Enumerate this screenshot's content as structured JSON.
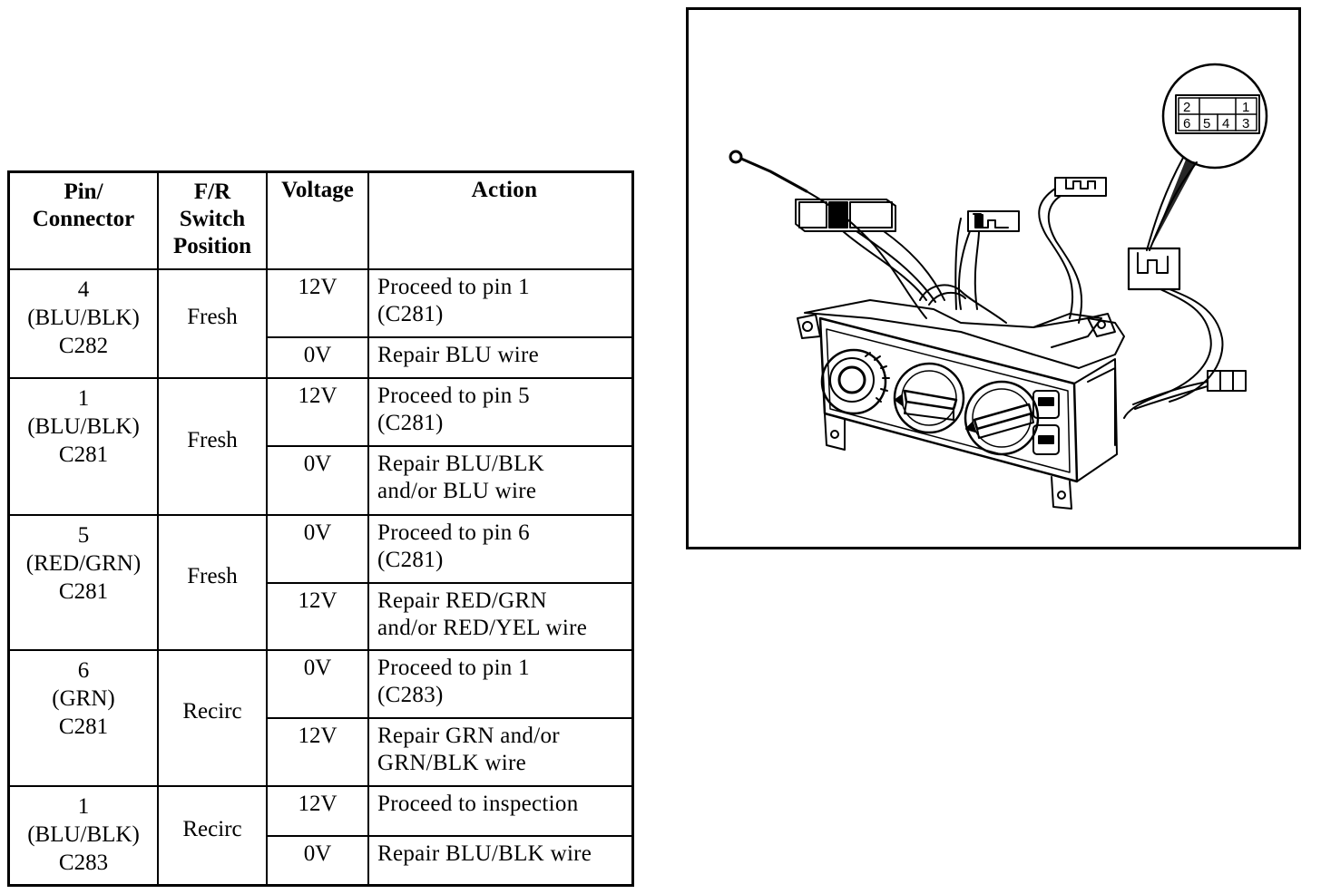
{
  "table": {
    "headers": {
      "pin": [
        "Pin/",
        "Connector"
      ],
      "switch": [
        "F/R",
        "Switch",
        "Position"
      ],
      "voltage": "Voltage",
      "action": "Action"
    },
    "groups": [
      {
        "pin": [
          "4",
          "(BLU/BLK)",
          "C282"
        ],
        "position": "Fresh",
        "rows": [
          {
            "voltage": "12V",
            "action": [
              "Proceed to pin 1",
              "(C281)"
            ]
          },
          {
            "voltage": "0V",
            "action": [
              "Repair BLU wire"
            ]
          }
        ]
      },
      {
        "pin": [
          "1",
          "(BLU/BLK)",
          "C281"
        ],
        "position": "Fresh",
        "rows": [
          {
            "voltage": "12V",
            "action": [
              "Proceed to pin 5",
              "(C281)"
            ]
          },
          {
            "voltage": "0V",
            "action": [
              "Repair BLU/BLK",
              "and/or BLU wire"
            ]
          }
        ]
      },
      {
        "pin": [
          "5",
          "(RED/GRN)",
          "C281"
        ],
        "position": "Fresh",
        "rows": [
          {
            "voltage": "0V",
            "action": [
              "Proceed to pin 6",
              "(C281)"
            ]
          },
          {
            "voltage": "12V",
            "action": [
              "Repair RED/GRN",
              "and/or RED/YEL wire"
            ]
          }
        ]
      },
      {
        "pin": [
          "6",
          "(GRN)",
          "C281"
        ],
        "position": "Recirc",
        "rows": [
          {
            "voltage": "0V",
            "action": [
              "Proceed to pin 1",
              "(C283)"
            ]
          },
          {
            "voltage": "12V",
            "action": [
              "Repair GRN and/or",
              "GRN/BLK wire"
            ]
          }
        ]
      },
      {
        "pin": [
          "1",
          "(BLU/BLK)",
          "C283"
        ],
        "position": "Recirc",
        "rows": [
          {
            "voltage": "12V",
            "action": [
              "Proceed to inspection"
            ]
          },
          {
            "voltage": "0V",
            "action": [
              "Repair BLU/BLK wire"
            ]
          }
        ]
      }
    ]
  },
  "figure": {
    "connector_pins_top": [
      "2",
      "",
      "1"
    ],
    "connector_pins_bottom": [
      "6",
      "5",
      "4",
      "3"
    ]
  }
}
